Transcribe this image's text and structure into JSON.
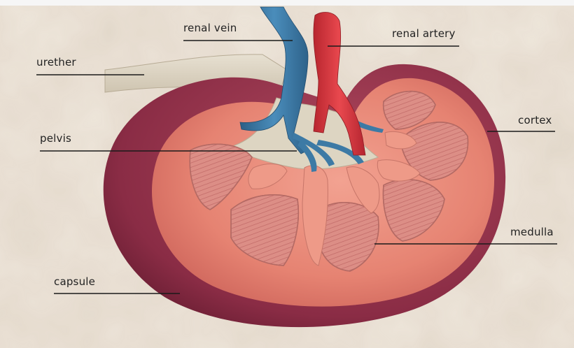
{
  "diagram": {
    "labels": {
      "renal_vein": "renal vein",
      "renal_artery": "renal artery",
      "urether": "urether",
      "cortex": "cortex",
      "pelvis": "pelvis",
      "medulla": "medulla",
      "capsule": "capsule"
    }
  },
  "colors": {
    "paper": "#efe7dc",
    "capsule": "#8a2c45",
    "cortex": "#e58a78",
    "medulla": "#dc8e86",
    "pelvis": "#ddd5c2",
    "vein": "#3d7aa5",
    "artery": "#d8353d",
    "ureter": "#d9d0bf"
  }
}
